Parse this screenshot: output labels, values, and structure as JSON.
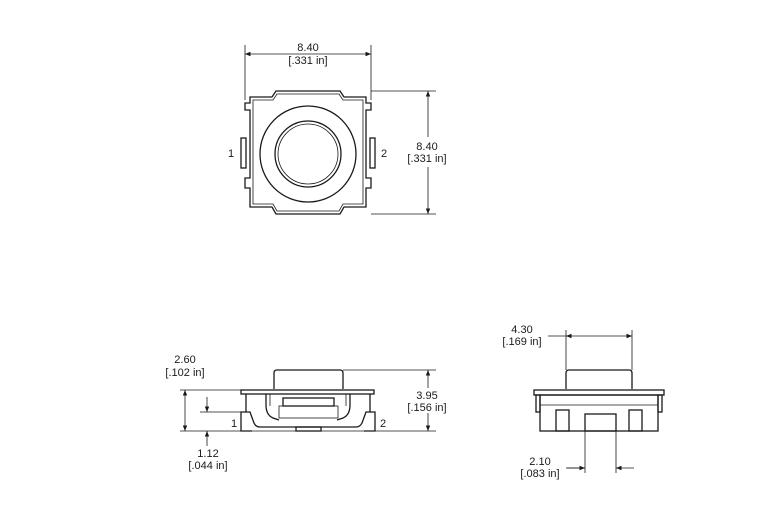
{
  "top_view": {
    "width_mm": "8.40",
    "width_in": "[.331 in]",
    "height_mm": "8.40",
    "height_in": "[.331 in]",
    "pin_left": "1",
    "pin_right": "2"
  },
  "side_view": {
    "height_mm": "2.60",
    "height_in": "[.102 in]",
    "total_height_mm": "3.95",
    "total_height_in": "[.156 in]",
    "base_mm": "1.12",
    "base_in": "[.044 in]",
    "pin_left": "1",
    "pin_right": "2"
  },
  "end_view": {
    "actuator_width_mm": "4.30",
    "actuator_width_in": "[.169 in]",
    "slot_width_mm": "2.10",
    "slot_width_in": "[.083 in]"
  }
}
